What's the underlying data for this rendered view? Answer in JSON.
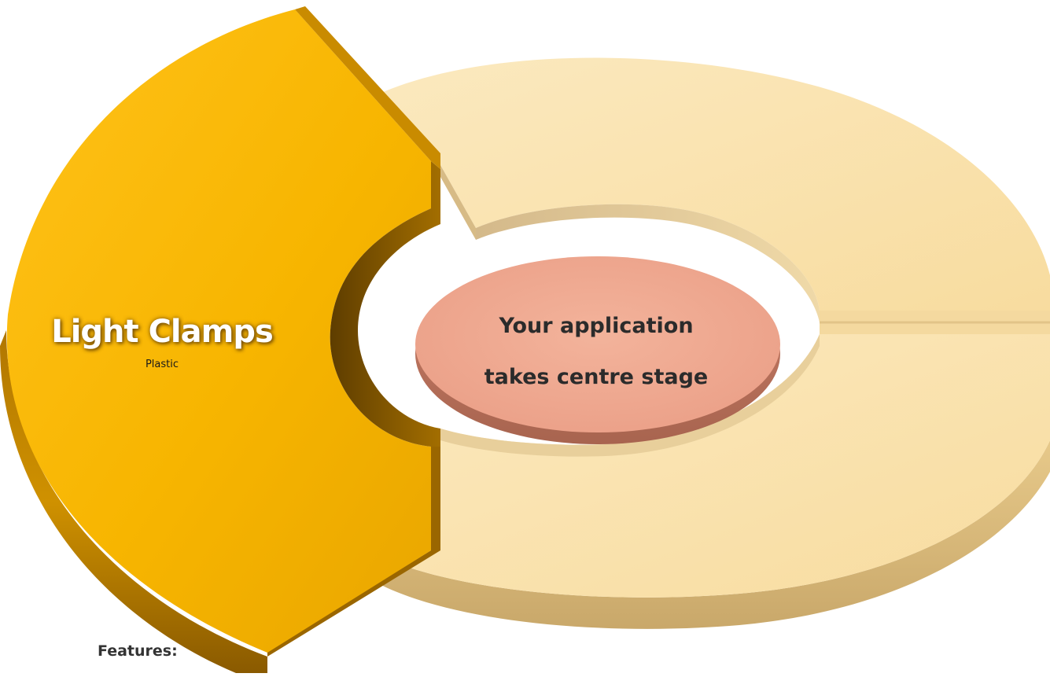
{
  "diagram": {
    "segment": {
      "title": "Light Clamps",
      "subtitle": "Plastic",
      "color": "#F4B400"
    },
    "ring_color": "#F9DFA7",
    "hub": {
      "line1": "Your application",
      "line2": "takes centre stage",
      "color": "#EFA88E"
    },
    "footer_label": "Features:"
  }
}
